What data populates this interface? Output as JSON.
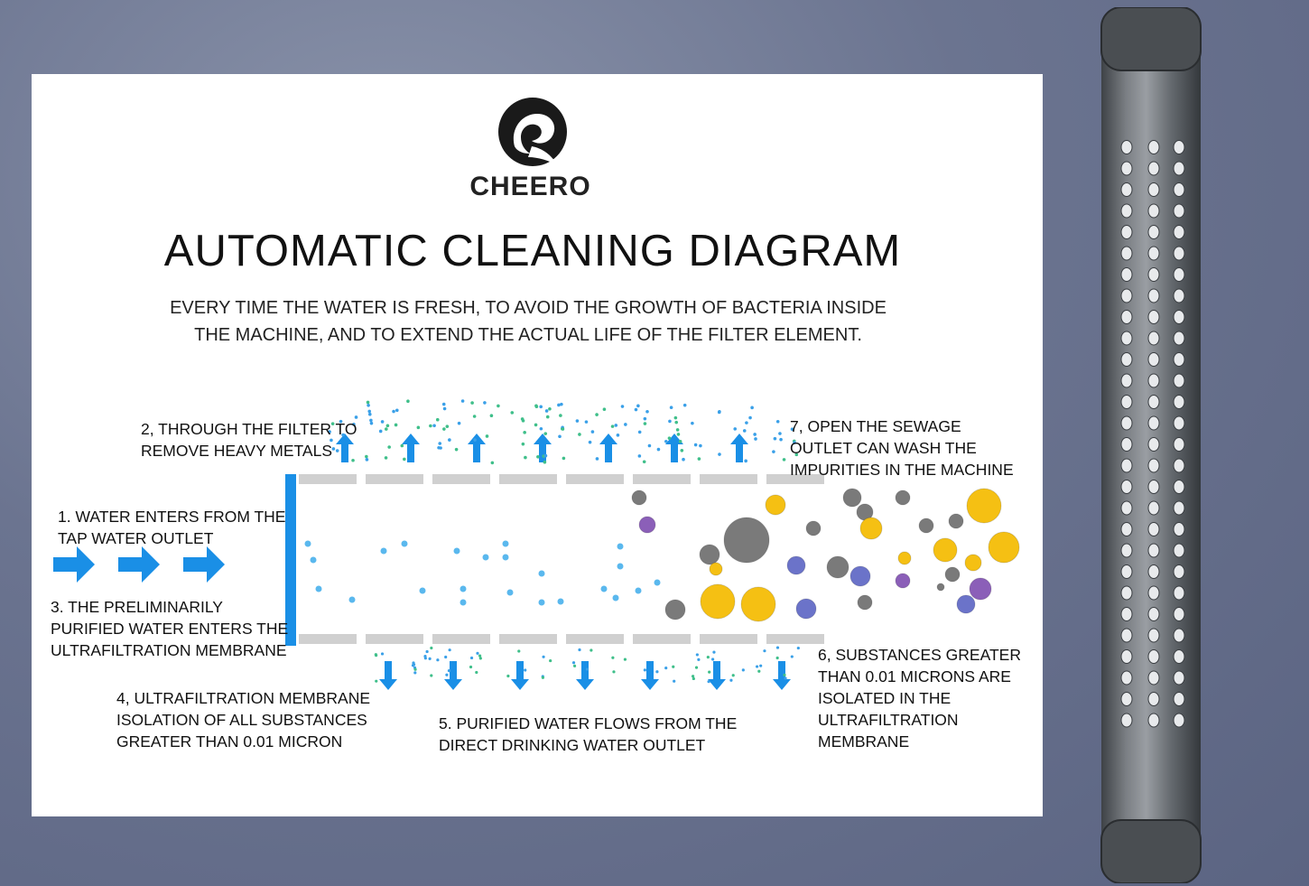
{
  "brand": {
    "name": "CHEERO"
  },
  "title": "AUTOMATIC CLEANING DIAGRAM",
  "subtitle": "EVERY TIME THE WATER IS FRESH, TO AVOID THE GROWTH OF BACTERIA INSIDE THE MACHINE, AND TO EXTEND THE ACTUAL LIFE OF THE FILTER ELEMENT.",
  "steps": {
    "step1": "1. WATER ENTERS FROM THE\nTAP WATER OUTLET",
    "step2": "2, THROUGH THE FILTER TO\nREMOVE HEAVY METALS",
    "step3": "3. THE PRELIMINARILY\nPURIFIED WATER ENTERS THE\nULTRAFILTRATION MEMBRANE",
    "step4": "4, ULTRAFILTRATION MEMBRANE\nISOLATION OF ALL SUBSTANCES\nGREATER THAN 0.01 MICRON",
    "step5": "5. PURIFIED WATER FLOWS FROM THE\nDIRECT DRINKING WATER OUTLET",
    "step6": "6, SUBSTANCES GREATER\nTHAN 0.01 MICRONS ARE\nISOLATED IN THE\nULTRAFILTRATION\nMEMBRANE",
    "step7": "7, OPEN THE SEWAGE\nOUTLET CAN WASH THE\nIMPURITIES IN THE MACHINE"
  },
  "colors": {
    "arrow": "#1a8fe6",
    "membrane": "#d0d0d0",
    "inlet_bar": "#1a8fe6",
    "particle_gray": "#7a7a7a",
    "particle_yellow": "#f5c013",
    "particle_purple": "#8b5fb8",
    "particle_blue": "#6b73c9",
    "cartridge": "#6c7074"
  }
}
